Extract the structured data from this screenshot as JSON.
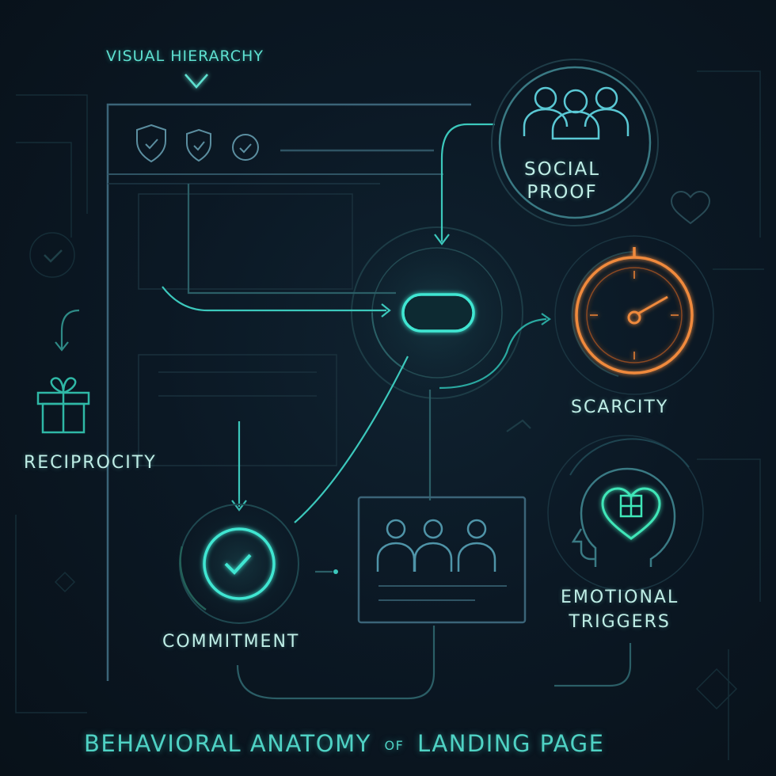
{
  "labels": {
    "visual_hierarchy": "VISUAL HIERARCHY",
    "social_proof_line1": "SOCIAL",
    "social_proof_line2": "PROOF",
    "scarcity": "SCARCITY",
    "reciprocity": "RECIPROCITY",
    "commitment": "COMMITMENT",
    "emotional_line1": "EMOTIONAL",
    "emotional_line2": "TRIGGERS"
  },
  "title": {
    "part1": "BEHAVIORAL ANATOMY",
    "connector": "OF",
    "part2": "LANDING PAGE"
  },
  "colors": {
    "background": "#0b1520",
    "teal": "#3fd9c8",
    "teal_dim": "#1f6f70",
    "outline": "#3b6f80",
    "orange": "#f08a3c"
  },
  "icons": [
    "shield-check-icon",
    "circle-check-icon",
    "people-icon",
    "gift-icon",
    "stopwatch-icon",
    "head-heart-icon",
    "checkmark-icon",
    "heart-icon"
  ]
}
